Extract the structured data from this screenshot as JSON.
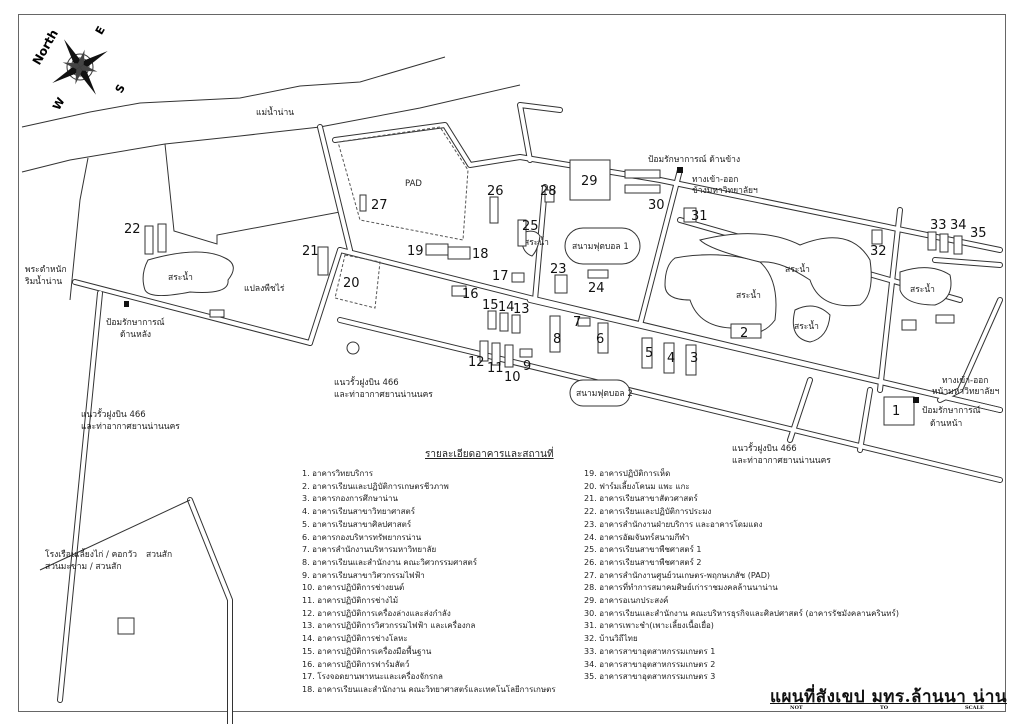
{
  "title": "แผนที่สังเขป มทร.ล้านนา น่าน",
  "scale_note": {
    "w1": "NOT",
    "w2": "TO",
    "w3": "SCALE"
  },
  "compass": {
    "north": "North",
    "east": "E",
    "south": "S",
    "west": "W"
  },
  "map_labels": {
    "river": "แม่น้ำน่าน",
    "pad": "PAD",
    "pond": "สระน้ำ",
    "pond_small": "สระน้ำ",
    "field_crops": "แปลงพืชไร่",
    "palace_1": "พระตำหนัก",
    "palace_2": "ริมน้ำน่าน",
    "rear_guard_1": "ป้อมรักษาการณ์",
    "rear_guard_2": "ด้านหลัง",
    "side_guard": "ป้อมรักษาการณ์ ด้านข้าง",
    "side_gate_1": "ทางเข้า-ออก",
    "side_gate_2": "ข้างมหาวิทยาลัยฯ",
    "front_gate_1": "ทางเข้า-ออก",
    "front_gate_2": "หน้ามหาวิทยาลัยฯ",
    "front_guard_1": "ป้อมรักษาการณ์",
    "front_guard_2": "ด้านหน้า",
    "fence_1": "แนวรั้วฝูงบิน 466",
    "fence_2": "และท่าอากาศยานน่านนคร",
    "football_1": "สนามฟุตบอล 1",
    "football_2": "สนามฟุตบอล 2",
    "chicken_1": "โรงเรือนเลี้ยงไก่ / คอกวัว",
    "chicken_2": "สวนมะขาม / สวนสัก",
    "teak": "สวนสัก"
  },
  "building_numbers": [
    "1",
    "2",
    "3",
    "4",
    "5",
    "6",
    "7",
    "8",
    "9",
    "10",
    "11",
    "12",
    "13",
    "14",
    "15",
    "16",
    "17",
    "18",
    "19",
    "20",
    "21",
    "22",
    "23",
    "24",
    "25",
    "26",
    "27",
    "28",
    "29",
    "30",
    "31",
    "32",
    "33",
    "34",
    "35"
  ],
  "legend": {
    "title": "รายละเอียดอาคารและสถานที่",
    "items": [
      "1. อาคารวิทยบริการ",
      "2. อาคารเรียนและปฏิบัติการเกษตรชีวภาพ",
      "3. อาคารกองการศึกษาน่าน",
      "4. อาคารเรียนสาขาวิทยาศาสตร์",
      "5. อาคารเรียนสาขาศิลปศาสตร์",
      "6. อาคารกองบริหารทรัพยากรน่าน",
      "7. อาคารสำนักงานบริหารมหาวิทยาลัย",
      "8. อาคารเรียนและสำนักงาน คณะวิศวกรรมศาสตร์",
      "9. อาคารเรียนสาขาวิศวกรรมไฟฟ้า",
      "10. อาคารปฏิบัติการช่างยนต์",
      "11. อาคารปฏิบัติการช่างไม้",
      "12. อาคารปฏิบัติการเครื่องล่างและส่งกำลัง",
      "13. อาคารปฏิบัติการวิศวกรรมไฟฟ้า และเครื่องกล",
      "14. อาคารปฏิบัติการช่างโลหะ",
      "15. อาคารปฏิบัติการเครื่องมือพื้นฐาน",
      "16. อาคารปฏิบัติการฟาร์มสัตว์",
      "17. โรงจอดยานพาหนะและเครื่องจักรกล",
      "18. อาคารเรียนและสำนักงาน คณะวิทยาศาสตร์และเทคโนโลยีการเกษตร",
      "19. อาคารปฏิบัติการเห็ด",
      "20. ฟาร์มเลี้ยงโคนม แพะ แกะ",
      "21. อาคารเรียนสาขาสัตวศาสตร์",
      "22. อาคารเรียนและปฏิบัติการประมง",
      "23. อาคารสำนักงานฝ่ายบริการ และอาคารโดมแดง",
      "24. อาคารอัฒจันทร์สนามกีฬา",
      "25. อาคารเรียนสาขาพืชศาสตร์ 1",
      "26. อาคารเรียนสาขาพืชศาสตร์ 2",
      "27. อาคารสำนักงานศูนย์วนเกษตร-พฤกษเภสัช (PAD)",
      "28. อาคารที่ทำการสมาคมศิษย์เก่าราชมงคลล้านนาน่าน",
      "29. อาคารอเนกประสงค์",
      "30. อาคารเรียนและสำนักงาน คณะบริหารธุรกิจและศิลปศาสตร์ (อาคารรัชมังคลานครินทร์)",
      "31. อาคารเพาะชำ(เพาะเลี้ยงเนื้อเยื่อ)",
      "32. บ้านวิถีไทย",
      "33. อาคารสาขาอุตสาหกรรมเกษตร 1",
      "34. อาคารสาขาอุตสาหกรรมเกษตร 2",
      "35. อาคารสาขาอุตสาหกรรมเกษตร 3"
    ]
  },
  "colors": {
    "line": "#333333",
    "background": "#ffffff",
    "guard_post": "#111111"
  }
}
